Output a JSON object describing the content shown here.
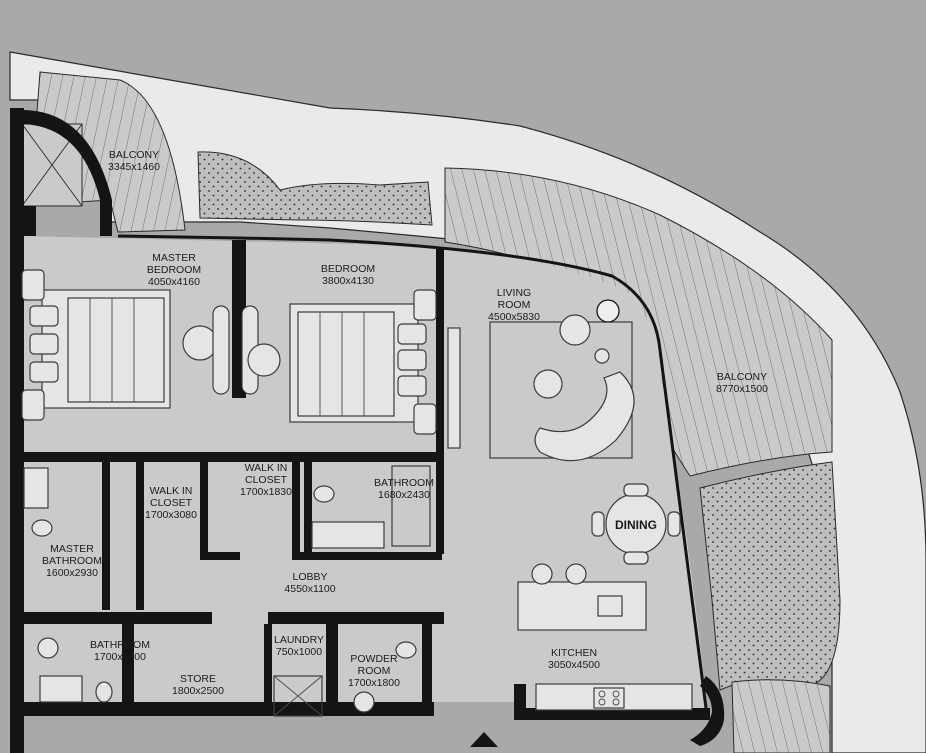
{
  "rooms": {
    "balcony_west": {
      "name": "BALCONY",
      "size": "3345x1460"
    },
    "master_bedroom": {
      "name_line1": "MASTER",
      "name_line2": "BEDROOM",
      "size": "4050x4160"
    },
    "bedroom": {
      "name": "BEDROOM",
      "size": "3800x4130"
    },
    "living_room": {
      "name_line1": "LIVING",
      "name_line2": "ROOM",
      "size": "4500x5830"
    },
    "balcony_east": {
      "name": "BALCONY",
      "size": "8770x1500"
    },
    "walk_in_closet_1": {
      "name_line1": "WALK IN",
      "name_line2": "CLOSET",
      "size": "1700x3080"
    },
    "walk_in_closet_2": {
      "name_line1": "WALK IN",
      "name_line2": "CLOSET",
      "size": "1700x1830"
    },
    "bathroom_1": {
      "name": "BATHROOM",
      "size": "1680x2430"
    },
    "dining": {
      "name": "DINING"
    },
    "master_bathroom": {
      "name_line1": "MASTER",
      "name_line2": "BATHROOM",
      "size": "1600x2930"
    },
    "lobby": {
      "name": "LOBBY",
      "size": "4550x1100"
    },
    "bathroom_2": {
      "name": "BATHROOM",
      "size": "1700x1800"
    },
    "store": {
      "name": "STORE",
      "size": "1800x2500"
    },
    "laundry": {
      "name": "LAUNDRY",
      "size": "750x1000"
    },
    "powder_room": {
      "name_line1": "POWDER",
      "name_line2": "ROOM",
      "size": "1700x1800"
    },
    "kitchen": {
      "name": "KITCHEN",
      "size": "3050x4500"
    }
  },
  "icons": {
    "entrance": "entrance-arrow-icon",
    "north": "circle-marker-icon"
  },
  "colors": {
    "background": "#a7aaa9",
    "floor": "#c9cbca",
    "outer_ring": "#e9eaea",
    "wall": "#141414",
    "planter": "#b9bcbb"
  }
}
